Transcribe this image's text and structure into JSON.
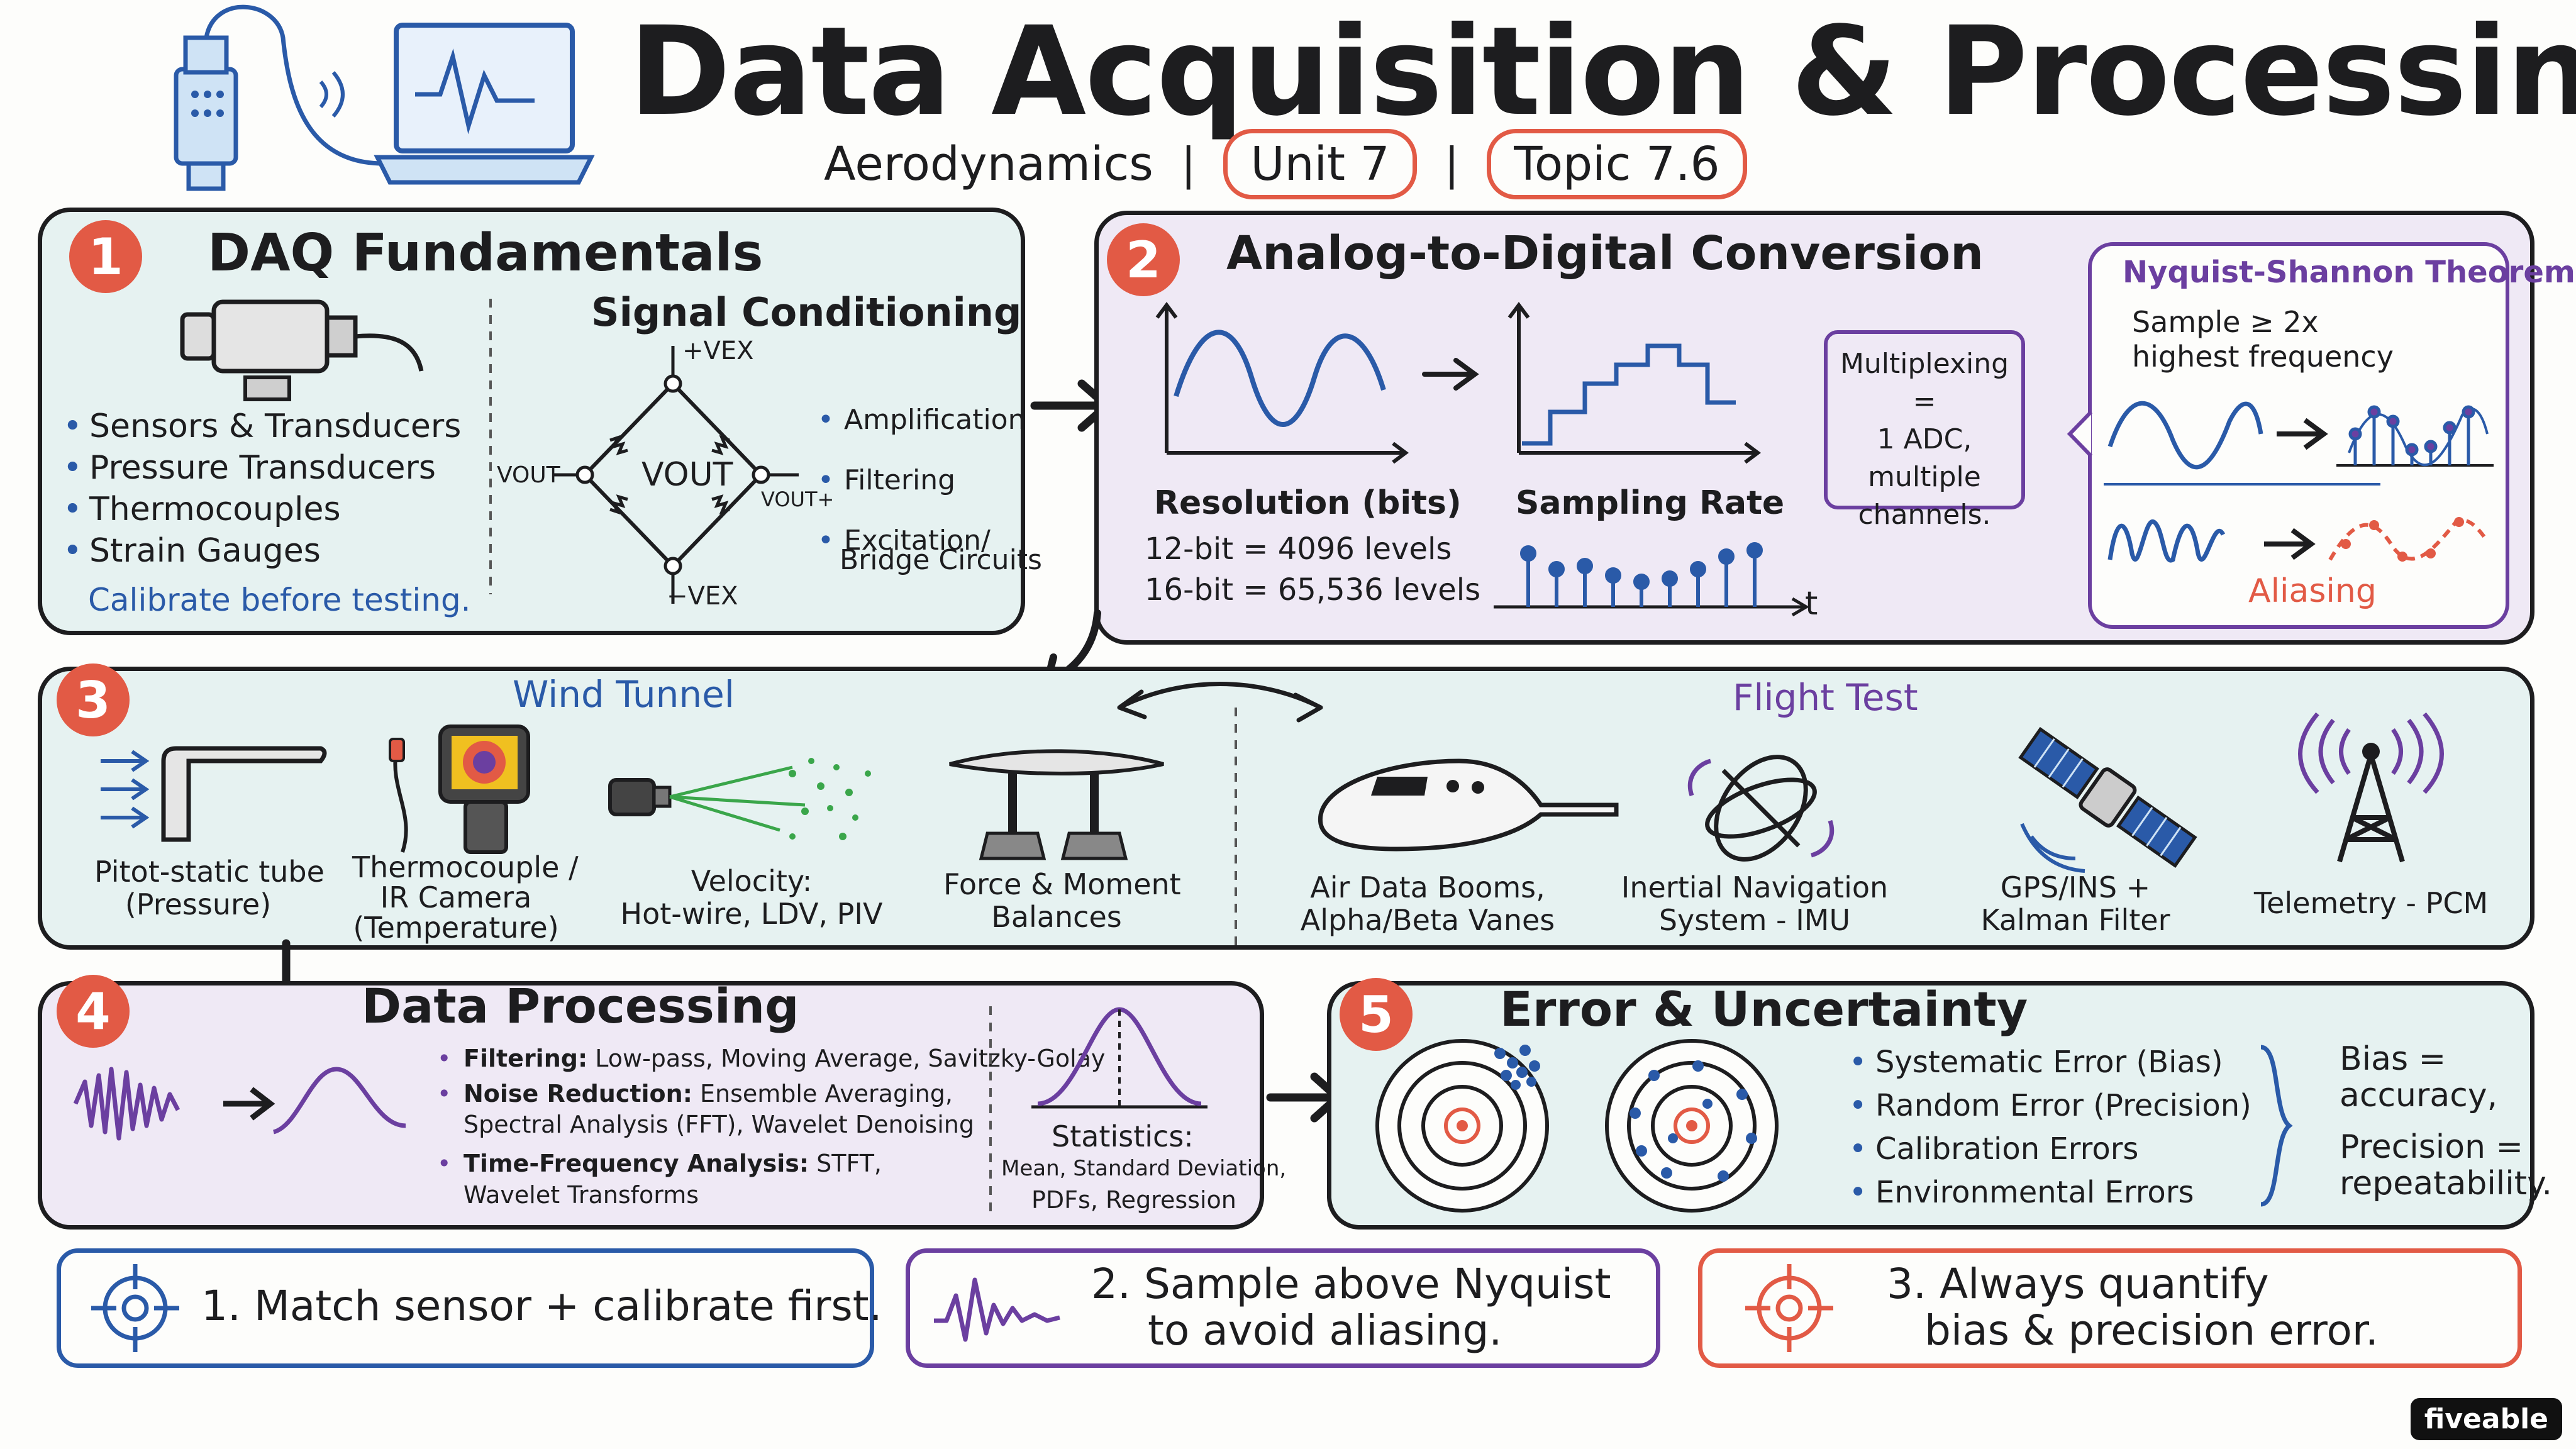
{
  "header": {
    "title": "Data Acquisition & Processing",
    "subject": "Aerodynamics",
    "separator": "|",
    "unit": "Unit 7",
    "topic": "Topic 7.6"
  },
  "panel1": {
    "number": "1",
    "title": "DAQ  Fundamentals",
    "sensors": [
      "Sensors & Transducers",
      "Pressure Transducers",
      "Thermocouples",
      "Strain Gauges"
    ],
    "note": "Calibrate before testing.",
    "signal_title": "Signal Conditioning",
    "bridge": {
      "top": "+VEX",
      "bottom": "−VEX",
      "left": "VOUT−",
      "center": "VOUT",
      "right": "VOUT+"
    },
    "conditioning": [
      "Amplification",
      "Filtering",
      "Excitation/",
      "Bridge Circuits"
    ]
  },
  "panel2": {
    "number": "2",
    "title": "Analog-to-Digital  Conversion",
    "resolution_title": "Resolution (bits)",
    "resolution_lines": [
      "12-bit = 4096 levels",
      "16-bit = 65,536 levels"
    ],
    "sampling_title": "Sampling Rate",
    "time_label": "t",
    "multiplexing": [
      "Multiplexing =",
      "1 ADC,",
      "multiple",
      "channels."
    ],
    "nyquist_title": "Nyquist-Shannon Theorem",
    "nyquist_lines": [
      "Sample ≥ 2x",
      "highest frequency"
    ],
    "aliasing": "Aliasing"
  },
  "panel3": {
    "number": "3",
    "wind_tunnel_title": "Wind Tunnel",
    "wind_tunnel_items": [
      [
        "Pitot-static tube",
        "(Pressure)"
      ],
      [
        "Thermocouple /",
        "IR Camera",
        "(Temperature)"
      ],
      [
        "Velocity:",
        "Hot-wire, LDV, PIV"
      ],
      [
        "Force & Moment",
        "Balances"
      ]
    ],
    "flight_test_title": "Flight  Test",
    "flight_test_items": [
      [
        "Air Data Booms,",
        "Alpha/Beta Vanes"
      ],
      [
        "Inertial Navigation",
        "System - IMU"
      ],
      [
        "GPS/INS +",
        "Kalman Filter"
      ],
      [
        "Telemetry - PCM"
      ]
    ]
  },
  "panel4": {
    "number": "4",
    "title": "Data  Processing",
    "items": [
      {
        "bold": "Filtering:",
        "text": " Low-pass, Moving Average, Savitzky-Golay"
      },
      {
        "bold": "Noise Reduction:",
        "text": " Ensemble Averaging,"
      },
      {
        "bold": "",
        "text": "Spectral Analysis (FFT), Wavelet Denoising"
      },
      {
        "bold": "Time-Frequency Analysis:",
        "text": " STFT,"
      },
      {
        "bold": "",
        "text": "Wavelet Transforms"
      }
    ],
    "stats_title": "Statistics:",
    "stats_lines": [
      "Mean, Standard Deviation,",
      "PDFs, Regression"
    ]
  },
  "panel5": {
    "number": "5",
    "title": "Error  &  Uncertainty",
    "errors": [
      "Systematic Error (Bias)",
      "Random Error (Precision)",
      "Calibration Errors",
      "Environmental Errors"
    ],
    "summary": [
      "Bias =",
      "accuracy,",
      "Precision =",
      "repeatability."
    ]
  },
  "takeaways": [
    {
      "lines": [
        "1. Match sensor + calibrate first."
      ],
      "color": "#2a5aa8"
    },
    {
      "lines": [
        "2.  Sample above Nyquist",
        "to avoid aliasing."
      ],
      "color": "#6b3fa0"
    },
    {
      "lines": [
        "3.  Always quantify",
        "bias & precision error."
      ],
      "color": "#e25a45"
    }
  ],
  "brand": "fiveable",
  "colors": {
    "accent_red": "#e25a45",
    "blue": "#2a5aa8",
    "purple": "#6b3fa0",
    "teal_bg": "#e6f2f1",
    "lavender_bg": "#efe9f5"
  },
  "icons": [
    "sensor-icon",
    "computer-icon",
    "target-icon",
    "waveform-icon",
    "satellite-icon",
    "tower-icon",
    "airplane-icon",
    "gyro-icon",
    "laser-icon",
    "pitot-icon",
    "ir-camera-icon",
    "balance-icon"
  ]
}
